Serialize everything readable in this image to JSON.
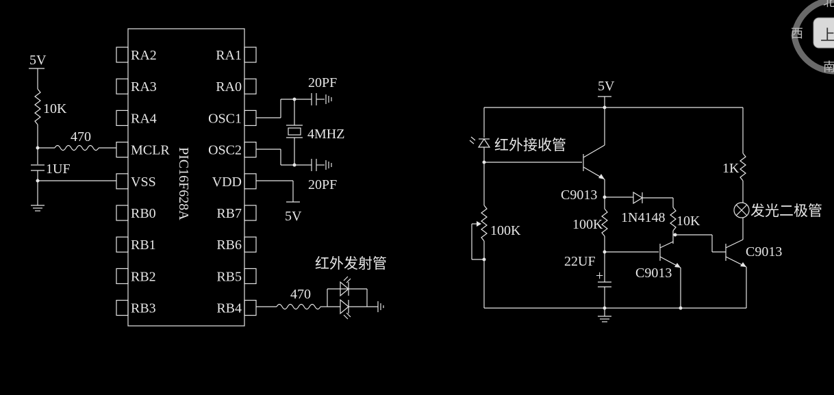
{
  "mcu": {
    "part": "PIC16F628A",
    "left_pins": [
      "RA2",
      "RA3",
      "RA4",
      "MCLR",
      "VSS",
      "RB0",
      "RB1",
      "RB2",
      "RB3"
    ],
    "right_pins": [
      "RA1",
      "RA0",
      "OSC1",
      "OSC2",
      "VDD",
      "RB7",
      "RB6",
      "RB5",
      "RB4"
    ]
  },
  "left": {
    "supply": "5V",
    "pullup": "10K",
    "series_res": "470",
    "cap": "1UF"
  },
  "osc": {
    "cap_top": "20PF",
    "crystal": "4MHZ",
    "cap_bottom": "20PF"
  },
  "vdd_supply": "5V",
  "ir_tx": {
    "label": "红外发射管",
    "res": "470"
  },
  "receiver": {
    "supply": "5V",
    "ir_rx": "红外接收管",
    "q1": "C9013",
    "pot": "100K",
    "diode": "1N4148",
    "r_100k": "100K",
    "cap": "22UF",
    "q2": "C9013",
    "r_10k": "10K",
    "r_1k": "1K",
    "lamp": "发光二极管",
    "q3": "C9013"
  },
  "compass": {
    "north": "北",
    "west": "西",
    "south": "南",
    "button": "上"
  }
}
